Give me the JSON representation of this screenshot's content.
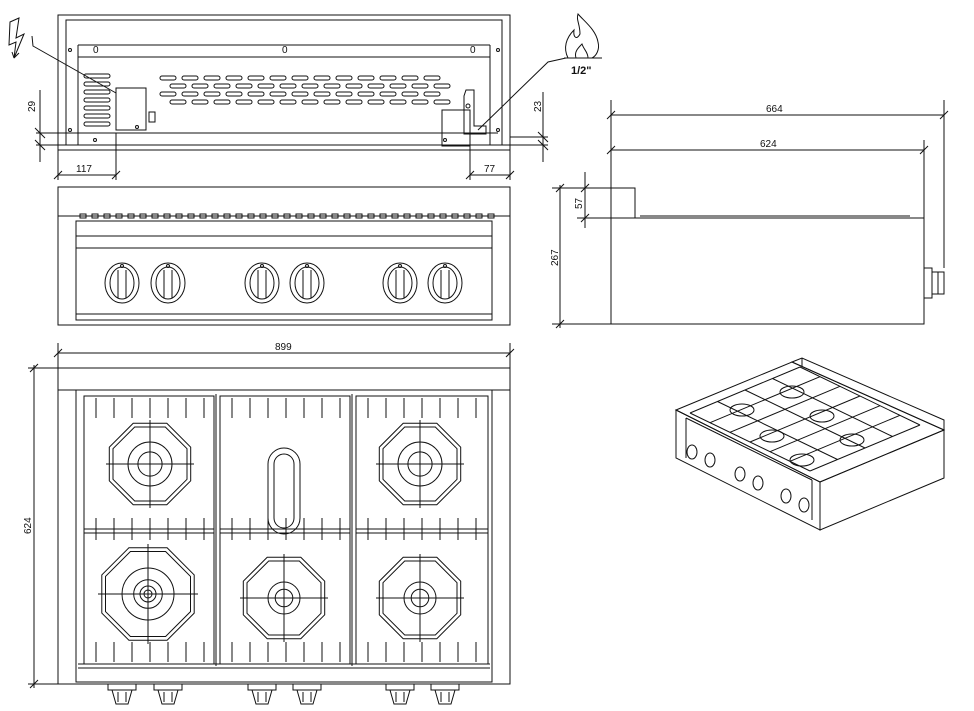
{
  "dimensions": {
    "width_total": "899",
    "depth_total": "624",
    "depth_with_back": "664",
    "depth_body": "624",
    "height_total": "267",
    "height_backguard": "57",
    "electric_offset_x": "117",
    "electric_offset_y": "29",
    "gas_offset_x": "77",
    "gas_offset_y": "23",
    "rear_mark_left": "0",
    "rear_mark_center": "0",
    "rear_mark_right": "0"
  },
  "gas_connection": {
    "size": "1/2\""
  },
  "icons": {
    "electric": "lightning-icon",
    "gas": "flame-icon"
  },
  "colors": {
    "line": "#111111",
    "background": "#ffffff"
  }
}
